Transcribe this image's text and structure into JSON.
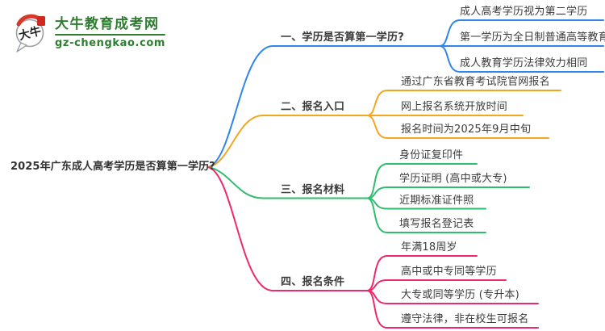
{
  "logo": {
    "site_name": "大牛教育成考网",
    "site_domain": "gz-chengkao.com",
    "mark_text": "大牛",
    "brand_green": "#2e7d31",
    "seal_red": "#cf2a1f",
    "arc_red": "#d5382b",
    "icons": [
      "speech-bubble-logo-icon",
      "red-arc-icon",
      "red-seal-icon"
    ]
  },
  "central_topic": "2025年广东成人高考学历是否算第一学历?",
  "text_color": "#3c3c3c",
  "branches": [
    {
      "label": "一、学历是否算第一学历?",
      "color": "#2f86e8",
      "children": [
        "成人高考学历视为第二学历",
        "第一学历为全日制普通高等教育",
        "成人教育学历法律效力相同"
      ]
    },
    {
      "label": "二、报名入口",
      "color": "#f5a61f",
      "children": [
        "通过广东省教育考试院官网报名",
        "网上报名系统开放时间",
        "报名时间为2025年9月中旬"
      ]
    },
    {
      "label": "三、报名材料",
      "color": "#2ebe6e",
      "children": [
        "身份证复印件",
        "学历证明 (高中或大专)",
        "近期标准证件照",
        "填写报名登记表"
      ]
    },
    {
      "label": "四、报名条件",
      "color": "#ee2a6e",
      "children": [
        "年满18周岁",
        "高中或中专同等学历",
        "大专或同等学历 (专升本)",
        "遵守法律，非在校生可报名"
      ]
    }
  ]
}
